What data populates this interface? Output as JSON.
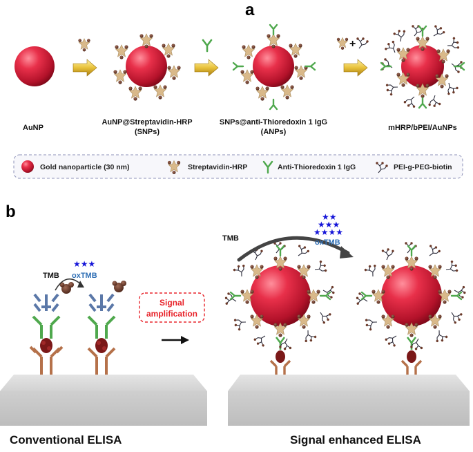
{
  "panel_a": {
    "letter": "a",
    "labels": {
      "aunp": "AuNP",
      "snps_line1": "AuNP@Streptavidin-HRP",
      "snps_line2": "(SNPs)",
      "anps_line1": "SNPs@anti-Thioredoxin 1 IgG",
      "anps_line2": "(ANPs)",
      "mhrp": "mHRP/bPEI/AuNPs"
    },
    "plus_sign": "+",
    "legend": {
      "gold": "Gold nanoparticle (30 nm)",
      "strep": "Streptavidin-HRP",
      "antibody": "Anti-Thioredoxin 1 IgG",
      "pei": "PEI-g-PEG-biotin"
    }
  },
  "panel_b": {
    "letter": "b",
    "tmb": "TMB",
    "oxtmb": "oxTMB",
    "stars_small": "★★★",
    "stars_top": "★★",
    "stars_mid": "★★★",
    "stars_bottom": "★★★★",
    "amp_line1": "Signal",
    "amp_line2": "amplification",
    "conventional": "Conventional ELISA",
    "enhanced": "Signal enhanced ELISA"
  },
  "colors": {
    "gold_nanoparticle": "#e0243c",
    "streptavidin": "#d9b98a",
    "antibody_green": "#4fa84d",
    "antibody_blue": "#5b78a8",
    "antibody_brown": "#b5714a",
    "antigen": "#7a1818",
    "arrow_gold": "#e8c23a",
    "amplification_red": "#e8232a",
    "oxtmb_blue": "#2f6fb5",
    "star_blue": "#1414d8"
  }
}
